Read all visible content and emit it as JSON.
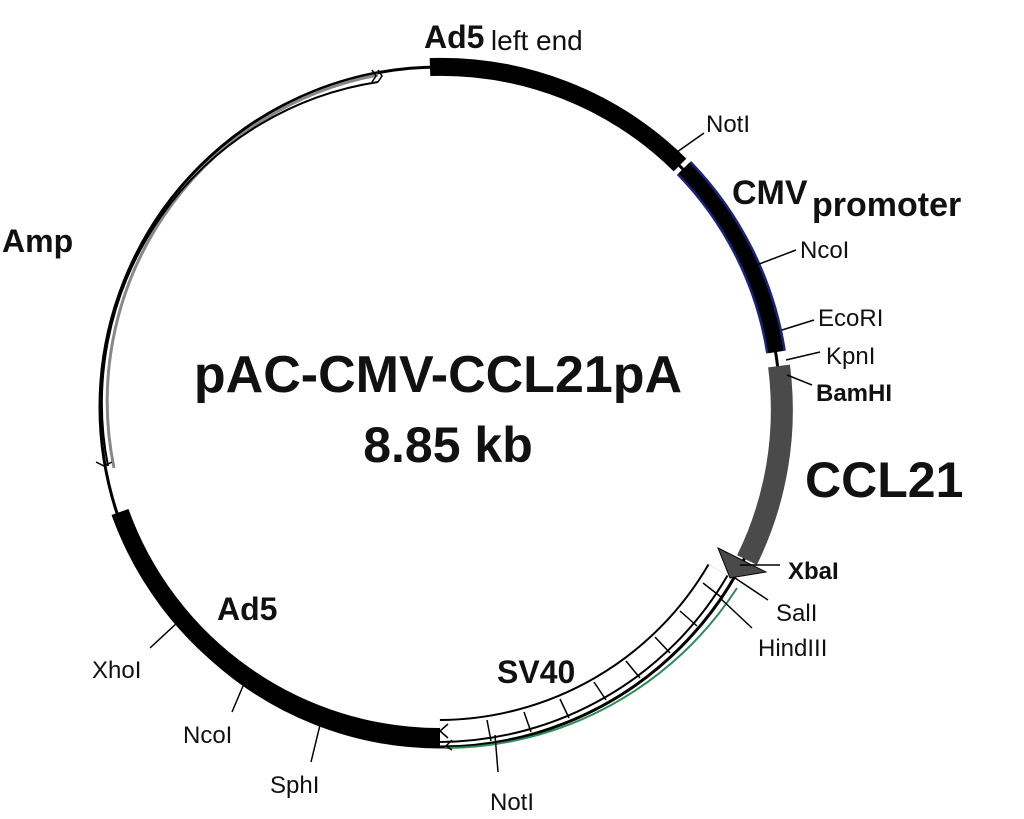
{
  "plasmid": {
    "name": "pAC-CMV-CCL21pA",
    "size": "8.85 kb"
  },
  "features": {
    "ad5_left": {
      "main": "Ad5",
      "sub": "left end"
    },
    "cmv": {
      "main": "CMV",
      "sub": "promoter"
    },
    "ccl21": "CCL21",
    "sv40": "SV40",
    "ad5": "Ad5",
    "amp": "Amp"
  },
  "sites": {
    "noti_top": "NotI",
    "ncoi_right": "NcoI",
    "ecori": "EcoRI",
    "kpni": "KpnI",
    "bamhi": "BamHI",
    "xbai": "XbaI",
    "sali": "SalI",
    "hindiii": "HindIII",
    "noti_bottom": "NotI",
    "sphi": "SphI",
    "ncoi_left": "NcoI",
    "xhoi": "XhoI"
  },
  "colors": {
    "backbone": "#000000",
    "ad5": "#000000",
    "cmv": "#000000",
    "cmv_outline": "#1a237e",
    "ccl21": "#4a4a4a",
    "sv40_fill": "#ffffff",
    "amp_outline": "#888888",
    "sv40_green": "#2e8b57"
  }
}
